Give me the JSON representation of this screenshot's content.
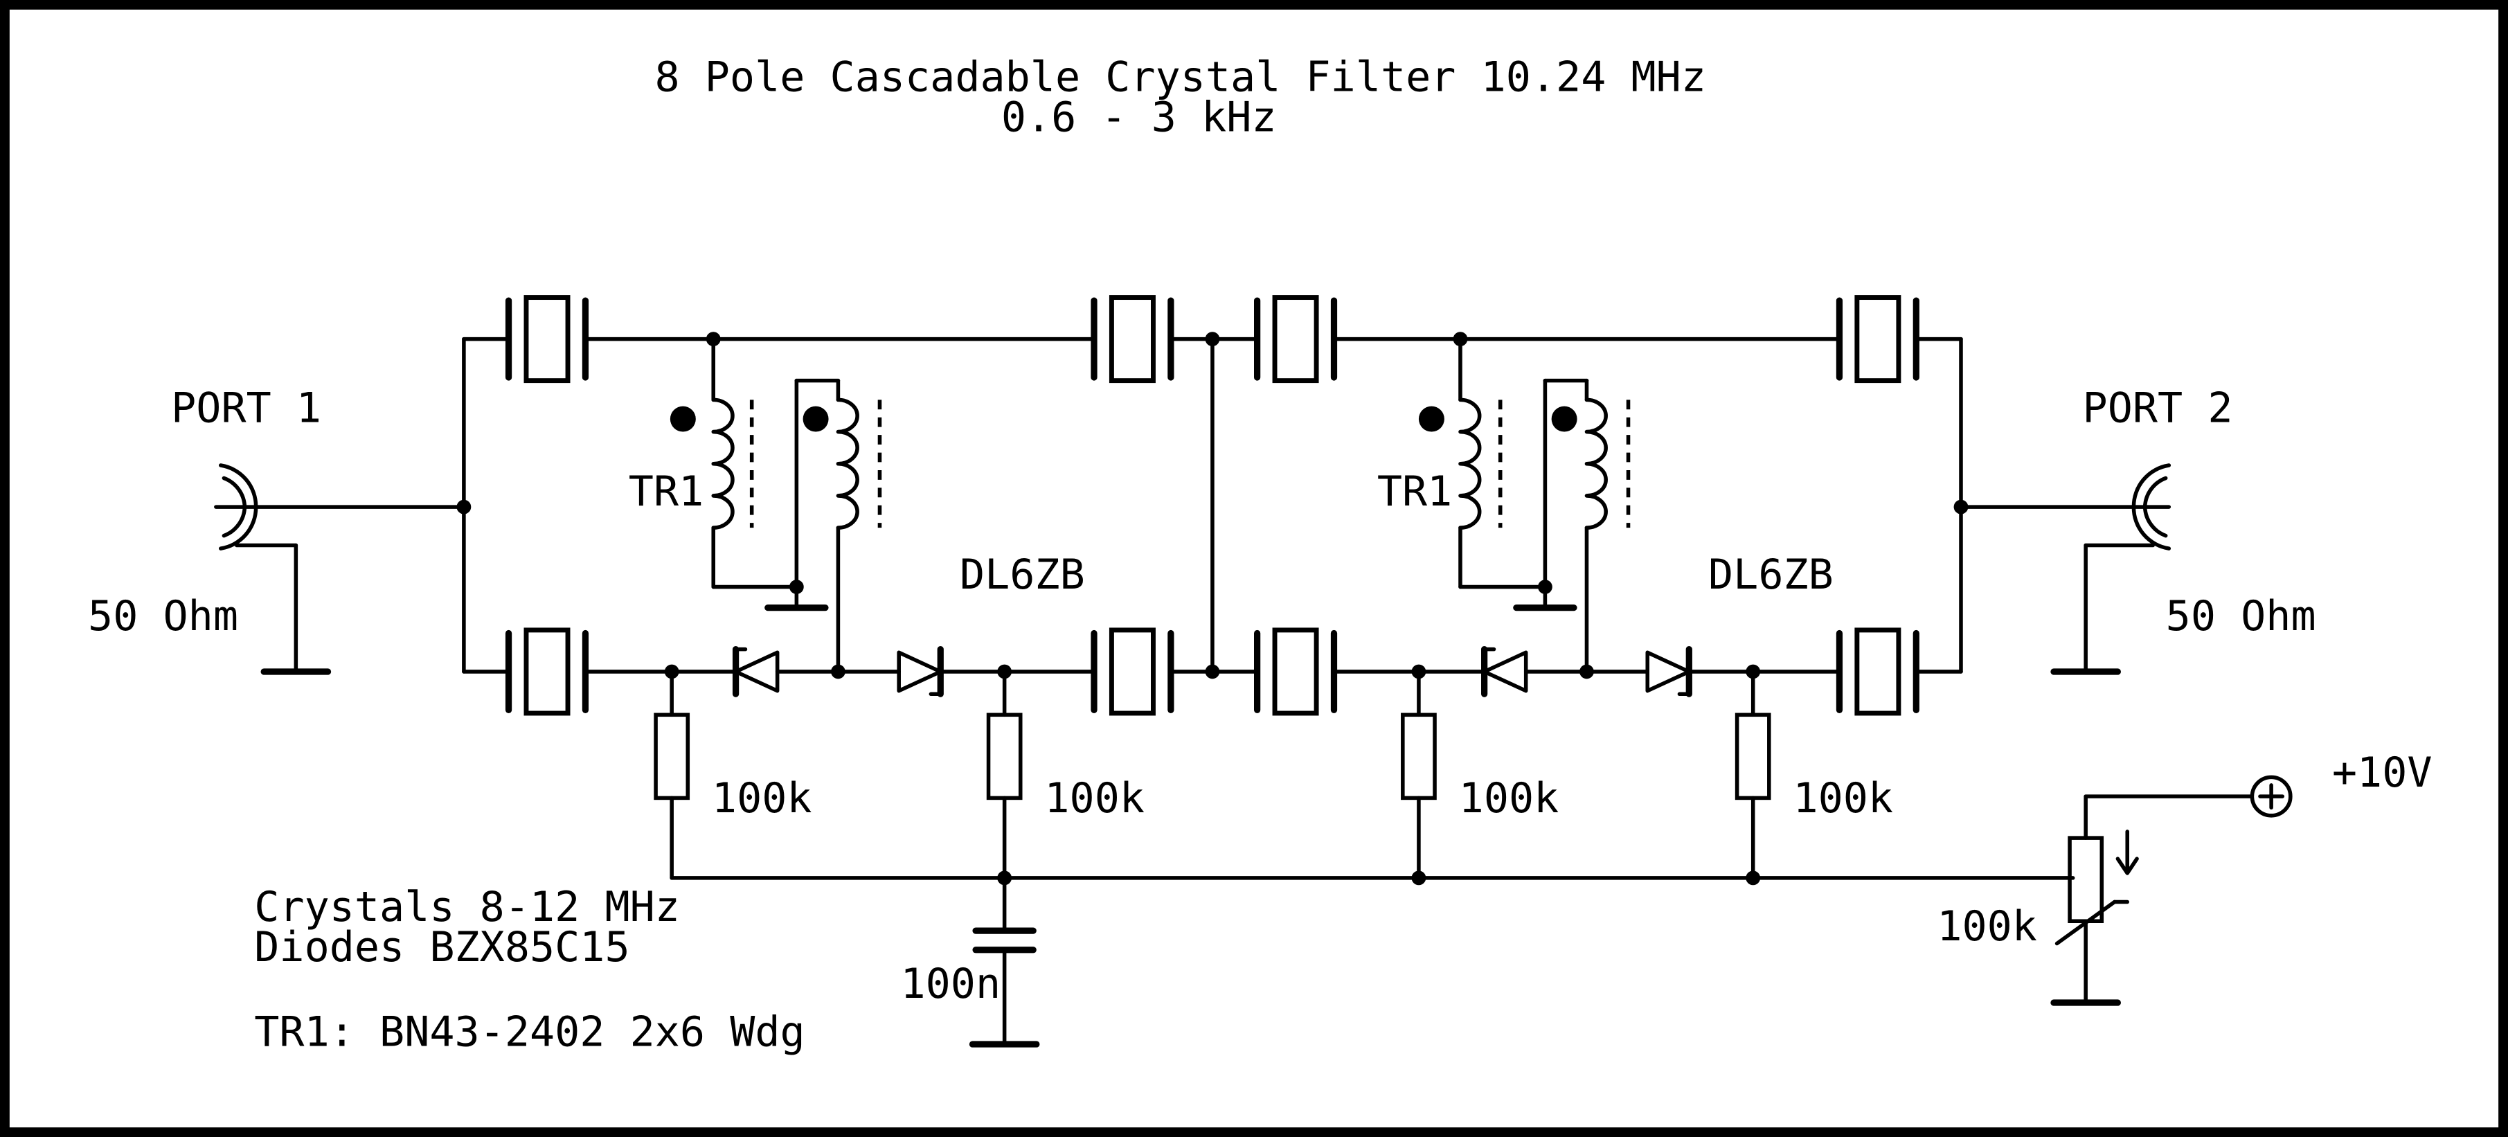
{
  "title": {
    "line1": "8 Pole Cascadable Crystal Filter 10.24 MHz",
    "line2": "0.6 - 3 kHz"
  },
  "ports": [
    {
      "name": "PORT 1",
      "impedance": "50 Ohm"
    },
    {
      "name": "PORT 2",
      "impedance": "50 Ohm"
    }
  ],
  "stages": [
    {
      "transformer": "TR1",
      "designator": "DL6ZB",
      "resistor_left": "100k",
      "resistor_right": "100k"
    },
    {
      "transformer": "TR1",
      "designator": "DL6ZB",
      "resistor_left": "100k",
      "resistor_right": "100k"
    }
  ],
  "capacitor": "100n",
  "potentiometer": "100k",
  "supply": "+10V",
  "notes": {
    "crystals": "Crystals 8-12 MHz",
    "diodes": "Diodes BZX85C15",
    "transformer": "TR1: BN43-2402 2x6 Wdg"
  },
  "colors": {
    "ink": "#000000",
    "background": "#ffffff"
  }
}
